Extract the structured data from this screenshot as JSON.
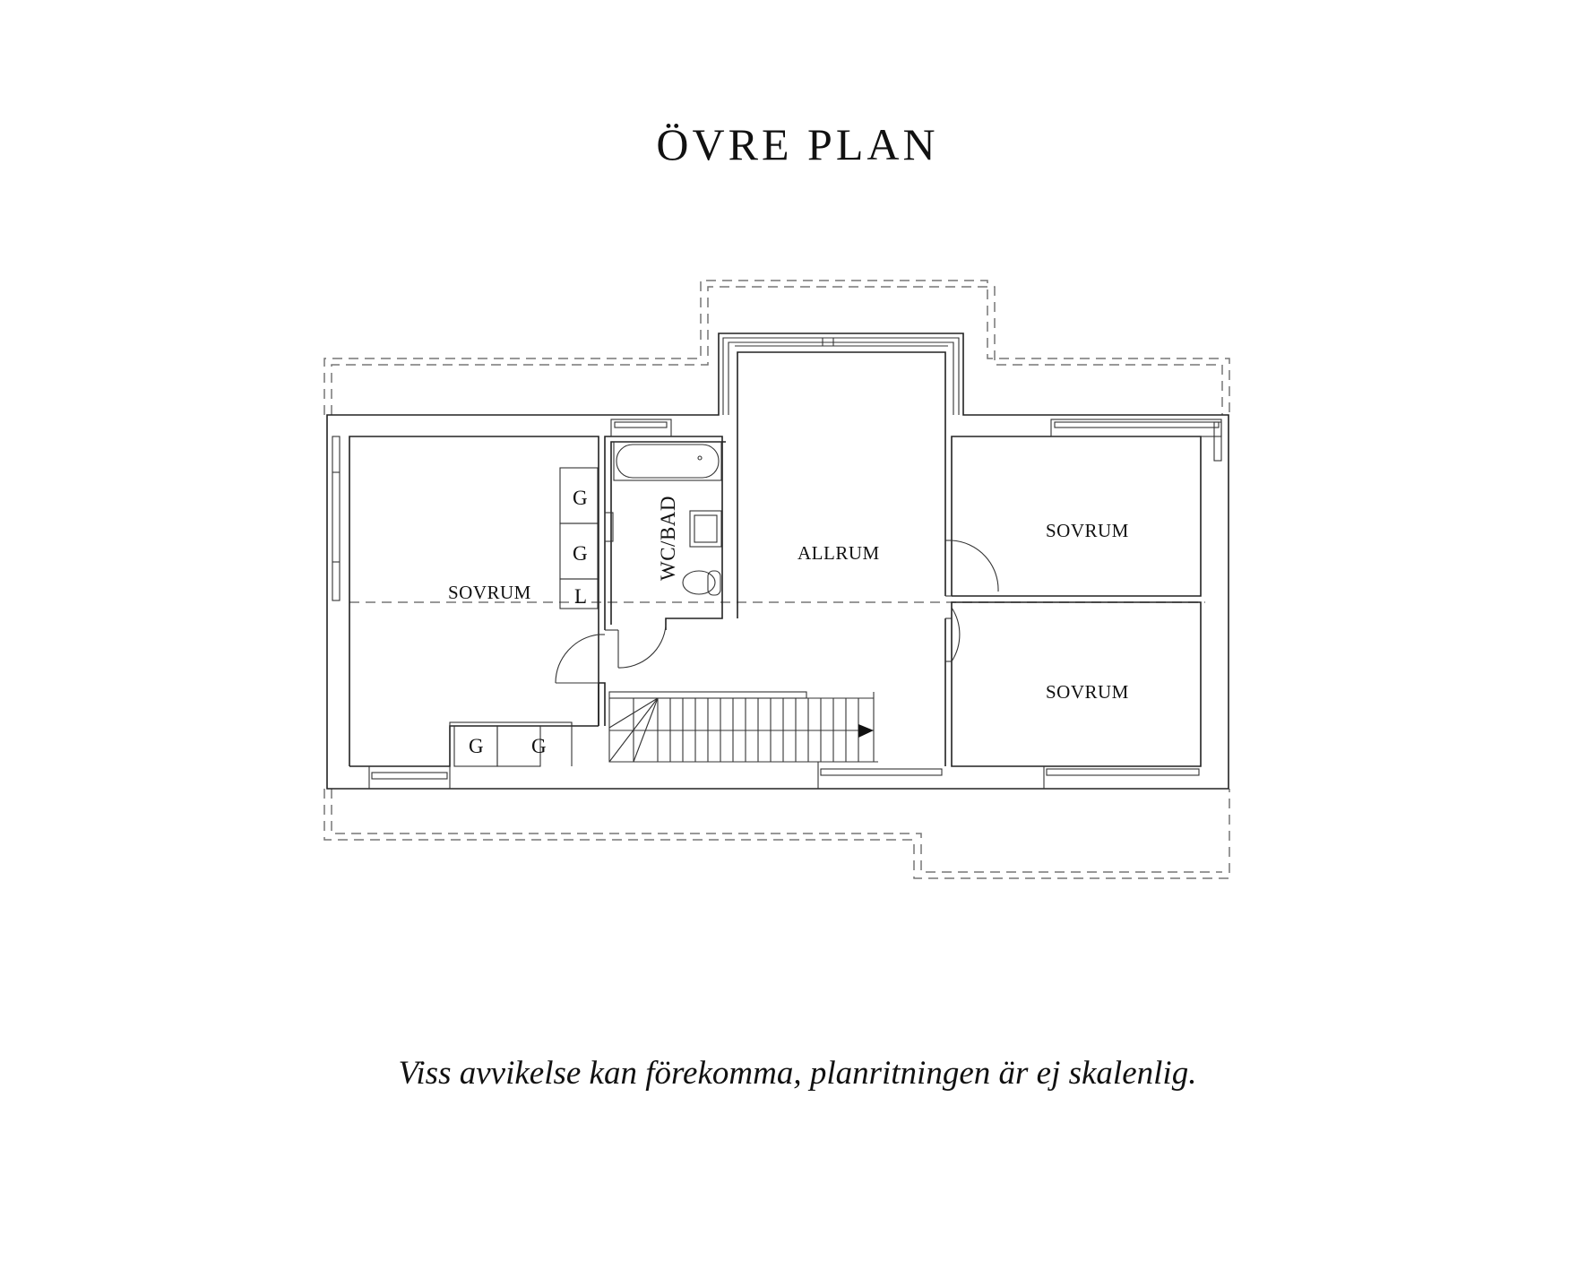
{
  "title": "ÖVRE PLAN",
  "disclaimer": "Viss avvikelse kan förekomma, planritningen är ej skalenlig.",
  "rooms": {
    "sovrum_left": "SOVRUM",
    "wc_bad": "WC/BAD",
    "allrum": "ALLRUM",
    "sovrum_top_right": "SOVRUM",
    "sovrum_bottom_right": "SOVRUM"
  },
  "closets": {
    "wardrobe_1": "G",
    "wardrobe_2": "G",
    "linen": "L",
    "wardrobe_3": "G",
    "wardrobe_4": "G"
  },
  "colors": {
    "line": "#222222",
    "dashed_outline": "#777777",
    "background": "#ffffff"
  }
}
